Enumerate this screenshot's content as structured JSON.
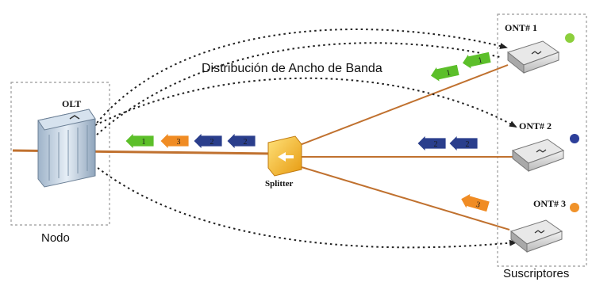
{
  "title": "Distribución de Ancho de Banda",
  "nodo": {
    "label": "Nodo",
    "device_label": "OLT"
  },
  "splitter": {
    "label": "Splitter"
  },
  "suscriptores": {
    "label": "Suscriptores",
    "onts": [
      {
        "label": "ONT# 1",
        "dot_color": "#8ccf3c",
        "packets": [
          {
            "num": "1",
            "color": "#5cbf2a"
          },
          {
            "num": "1",
            "color": "#5cbf2a"
          }
        ]
      },
      {
        "label": "ONT# 2",
        "dot_color": "#2d3f9a",
        "packets": [
          {
            "num": "2",
            "color": "#2a3e8c"
          },
          {
            "num": "2",
            "color": "#2a3e8c"
          }
        ]
      },
      {
        "label": "ONT# 3",
        "dot_color": "#f0922a",
        "packets": [
          {
            "num": "3",
            "color": "#f08c24"
          }
        ]
      }
    ]
  },
  "trunk_packets": [
    {
      "num": "1",
      "color": "#5cbf2a"
    },
    {
      "num": "3",
      "color": "#f08c24"
    },
    {
      "num": "2",
      "color": "#2a3e8c"
    },
    {
      "num": "2",
      "color": "#2a3e8c"
    }
  ],
  "colors": {
    "fiber": "#c0712f",
    "dash": "#222222",
    "box": "#999999"
  }
}
